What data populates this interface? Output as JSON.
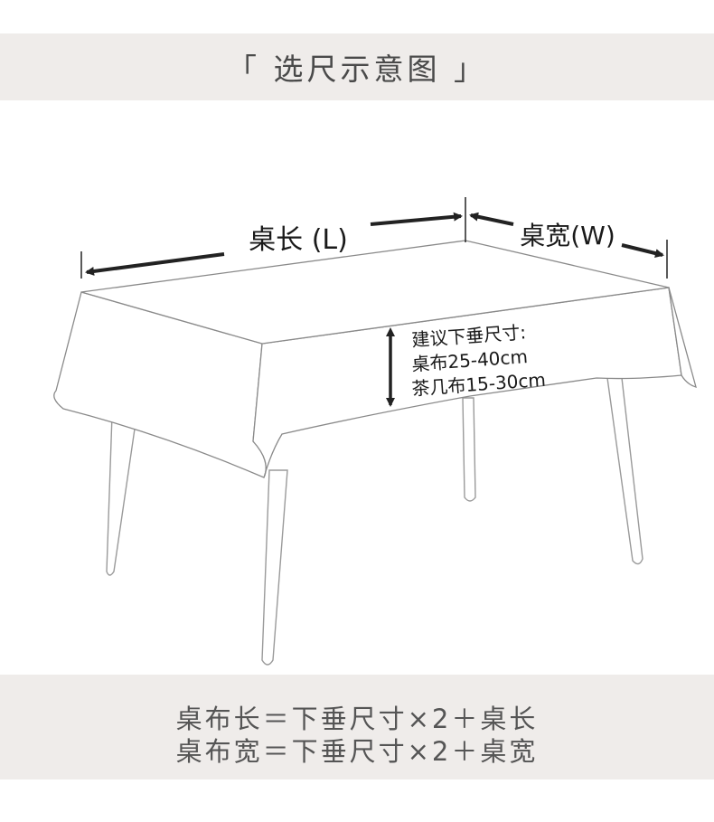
{
  "title": "「 选尺示意图 」",
  "diagram": {
    "length_label": "桌长 (L)",
    "width_label": "桌宽(W)",
    "drop_lines": [
      "建议下垂尺寸:",
      "桌布25-40cm",
      "茶几布15-30cm"
    ]
  },
  "formulas": [
    "桌布长＝下垂尺寸×2＋桌长",
    "桌布宽＝下垂尺寸×2＋桌宽"
  ],
  "colors": {
    "banner_bg": "#efecea",
    "line": "#222222",
    "cloth_fill": "#ffffff",
    "cloth_edge": "#8a8a8a"
  }
}
